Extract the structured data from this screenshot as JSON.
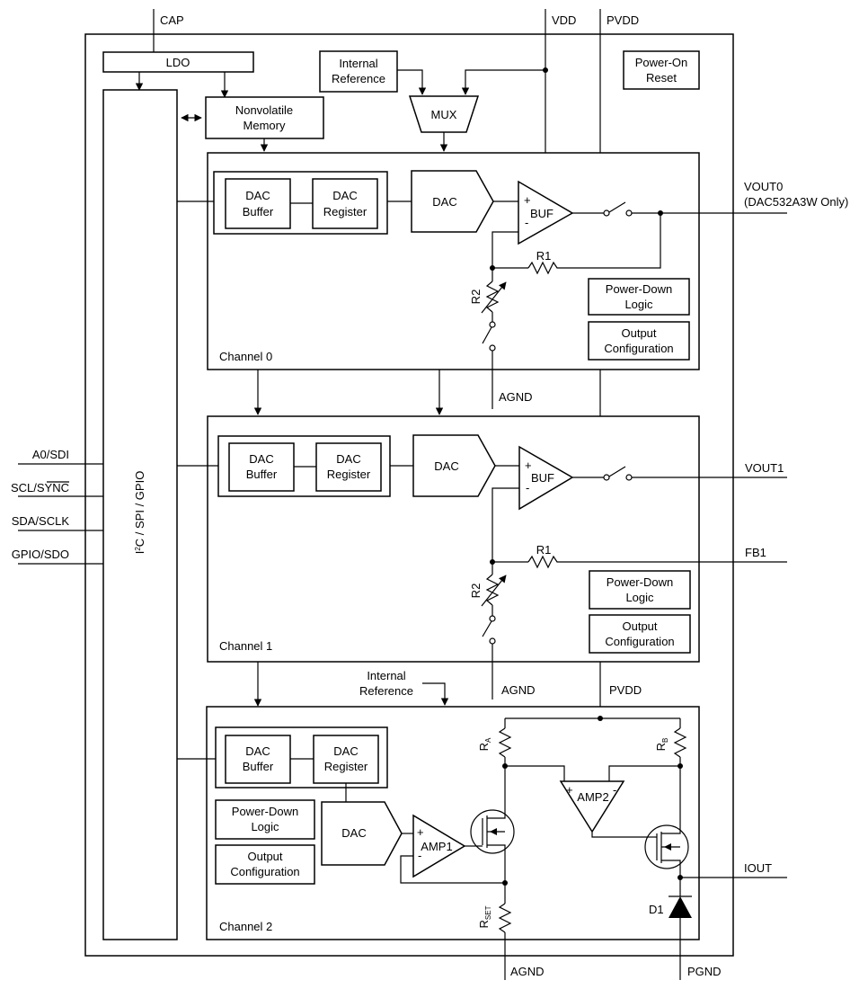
{
  "pins": {
    "cap": "CAP",
    "vdd": "VDD",
    "pvdd_top": "PVDD",
    "a0_sdi": "A0/SDI",
    "scl_sync": "SCL/SYNC",
    "sda_sclk": "SDA/SCLK",
    "gpio_sdo": "GPIO/SDO",
    "vout0": "VOUT0",
    "vout0_note": "(DAC532A3W Only)",
    "vout1": "VOUT1",
    "fb1": "FB1",
    "iout": "IOUT",
    "agnd0": "AGND",
    "agnd1": "AGND",
    "agnd2": "AGND",
    "pgnd": "PGND",
    "pvdd_mid": "PVDD"
  },
  "top": {
    "ldo": "LDO",
    "internal_ref_l1": "Internal",
    "internal_ref_l2": "Reference",
    "mux": "MUX",
    "por_l1": "Power-On",
    "por_l2": "Reset",
    "nvm_l1": "Nonvolatile",
    "nvm_l2": "Memory",
    "interface_tail": "C / SPI / GPIO"
  },
  "channel0": {
    "title": "Channel 0",
    "dac_buffer_l1": "DAC",
    "dac_buffer_l2": "Buffer",
    "dac_register_l1": "DAC",
    "dac_register_l2": "Register",
    "dac": "DAC",
    "buf": "BUF",
    "r1": "R1",
    "r2": "R2",
    "pd_l1": "Power-Down",
    "pd_l2": "Logic",
    "oc_l1": "Output",
    "oc_l2": "Configuration"
  },
  "channel1": {
    "title": "Channel 1",
    "dac_buffer_l1": "DAC",
    "dac_buffer_l2": "Buffer",
    "dac_register_l1": "DAC",
    "dac_register_l2": "Register",
    "dac": "DAC",
    "buf": "BUF",
    "r1": "R1",
    "r2": "R2",
    "pd_l1": "Power-Down",
    "pd_l2": "Logic",
    "oc_l1": "Output",
    "oc_l2": "Configuration"
  },
  "mid_ref": {
    "l1": "Internal",
    "l2": "Reference"
  },
  "channel2": {
    "title": "Channel 2",
    "dac_buffer_l1": "DAC",
    "dac_buffer_l2": "Buffer",
    "dac_register_l1": "DAC",
    "dac_register_l2": "Register",
    "pd_l1": "Power-Down",
    "pd_l2": "Logic",
    "oc_l1": "Output",
    "oc_l2": "Configuration",
    "dac": "DAC",
    "amp1": "AMP1",
    "amp2": "AMP2",
    "d1": "D1"
  }
}
